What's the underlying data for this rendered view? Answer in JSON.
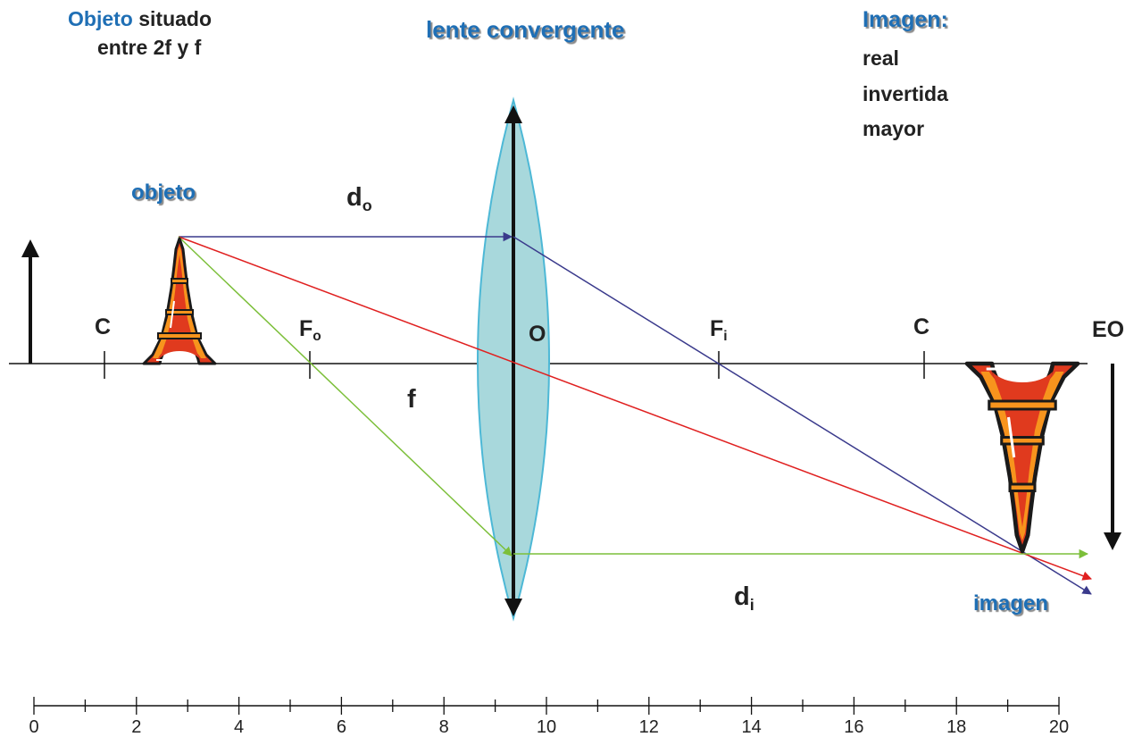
{
  "titles": {
    "object_word": "Objeto",
    "object_rest": "situado",
    "object_line2": "entre 2f y f",
    "lens": "lente convergente",
    "image_heading": "Imagen:",
    "image_props": [
      "real",
      "invertida",
      "mayor"
    ]
  },
  "labels": {
    "objeto": "objeto",
    "imagen": "imagen",
    "do_main": "d",
    "do_sub": "o",
    "di_main": "d",
    "di_sub": "i",
    "f": "f",
    "C_left": "C",
    "Fo_main": "F",
    "Fo_sub": "o",
    "O": "O",
    "Fi_main": "F",
    "Fi_sub": "i",
    "C_right": "C",
    "EO": "EO"
  },
  "scale": {
    "ticks": [
      "0",
      "2",
      "4",
      "6",
      "8",
      "10",
      "12",
      "14",
      "16",
      "18",
      "20"
    ]
  },
  "colors": {
    "title_blue": "#1f6fb5",
    "text_dark": "#222222",
    "lens_fill": "#a8d8dc",
    "lens_stroke": "#4db8d6",
    "ray_parallel": "#3a3a8c",
    "ray_center": "#e02020",
    "ray_focal": "#7cbf3a",
    "tower_red": "#e03a1e",
    "tower_orange": "#f7941d"
  }
}
